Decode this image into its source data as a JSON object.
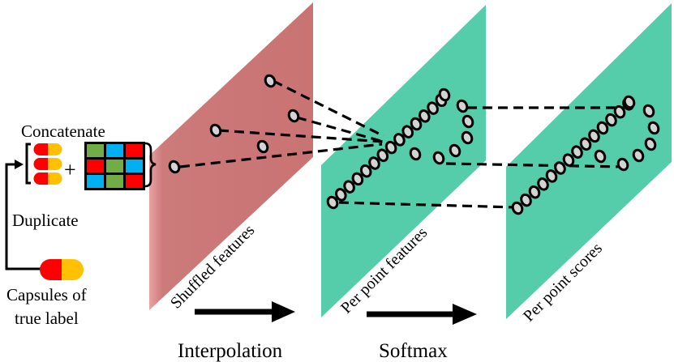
{
  "labels": {
    "concatenate": "Concatenate",
    "plus": "+",
    "duplicate": "Duplicate",
    "capsules_line1": "Capsules of",
    "capsules_line2": "true label",
    "shuffled": "Shuffled features",
    "per_point_features": "Per point features",
    "per_point_scores": "Per point scores",
    "interpolation": "Interpolation",
    "softmax": "Softmax"
  },
  "colors": {
    "capsule_red": "#ff0000",
    "capsule_yellow": "#ffc000",
    "plane_shuffled": "#cd7a7a",
    "plane_features": "#55ccaa",
    "plane_scores": "#55ccaa",
    "grid_green": "#70ad47",
    "grid_blue": "#00b0f0",
    "grid_red": "#ff0000",
    "point_fill": "#d3d3d3"
  },
  "feature_grid": [
    [
      "green",
      "blue",
      "red"
    ],
    [
      "red",
      "green",
      "blue"
    ],
    [
      "blue",
      "green",
      "red"
    ]
  ]
}
